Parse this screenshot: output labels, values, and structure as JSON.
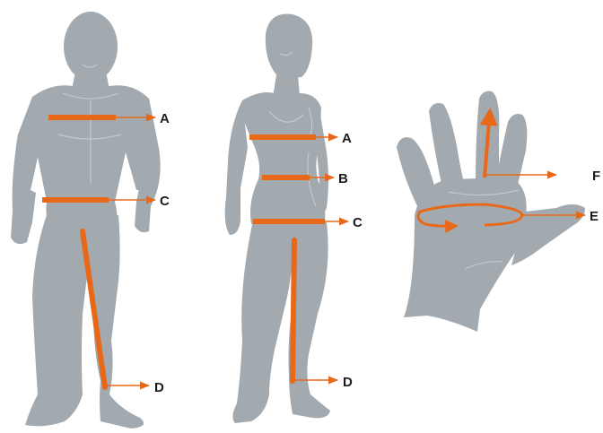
{
  "colors": {
    "body": "#a3aaaf",
    "body_highlight": "#c3c8cb",
    "measure": "#e8681a",
    "label": "#1c1c1c",
    "background": "#ffffff"
  },
  "figures": {
    "male": {
      "labels": {
        "chest": "A",
        "hip": "C",
        "inseam": "D"
      }
    },
    "female": {
      "labels": {
        "bust": "A",
        "waist": "B",
        "hip": "C",
        "inseam": "D"
      }
    },
    "hand": {
      "labels": {
        "circumference": "E",
        "length": "F"
      }
    }
  }
}
